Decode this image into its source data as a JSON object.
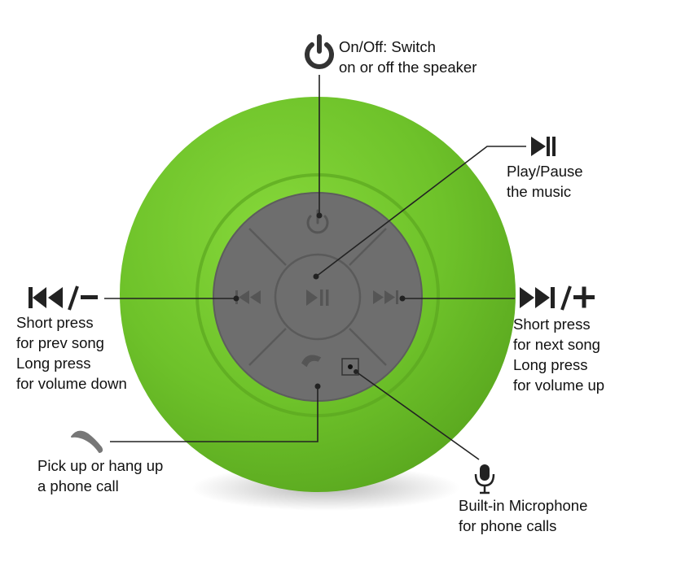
{
  "colors": {
    "body_green": "#72c52e",
    "dark_green": "#4f9a1a",
    "button_gray": "#6e6e6e",
    "leader_line": "#222222",
    "background": "#ffffff"
  },
  "labels": {
    "power": {
      "icon": "power-icon",
      "lines": [
        "On/Off: Switch",
        "on or off the speaker"
      ]
    },
    "play_pause": {
      "icon": "play-pause-icon",
      "lines": [
        "Play/Pause",
        "the music"
      ]
    },
    "prev": {
      "icon": "prev-volume-down-icon",
      "symbol": "/",
      "lines": [
        "Short press",
        "for prev song",
        "Long press",
        "for volume down"
      ]
    },
    "next": {
      "icon": "next-volume-up-icon",
      "symbol": "/",
      "lines": [
        "Short press",
        "for next song",
        "Long press",
        "for volume up"
      ]
    },
    "phone": {
      "icon": "phone-icon",
      "lines": [
        "Pick up or hang up",
        "a phone call"
      ]
    },
    "microphone": {
      "icon": "microphone-icon",
      "lines": [
        "Built-in Microphone",
        "for phone calls"
      ]
    }
  }
}
